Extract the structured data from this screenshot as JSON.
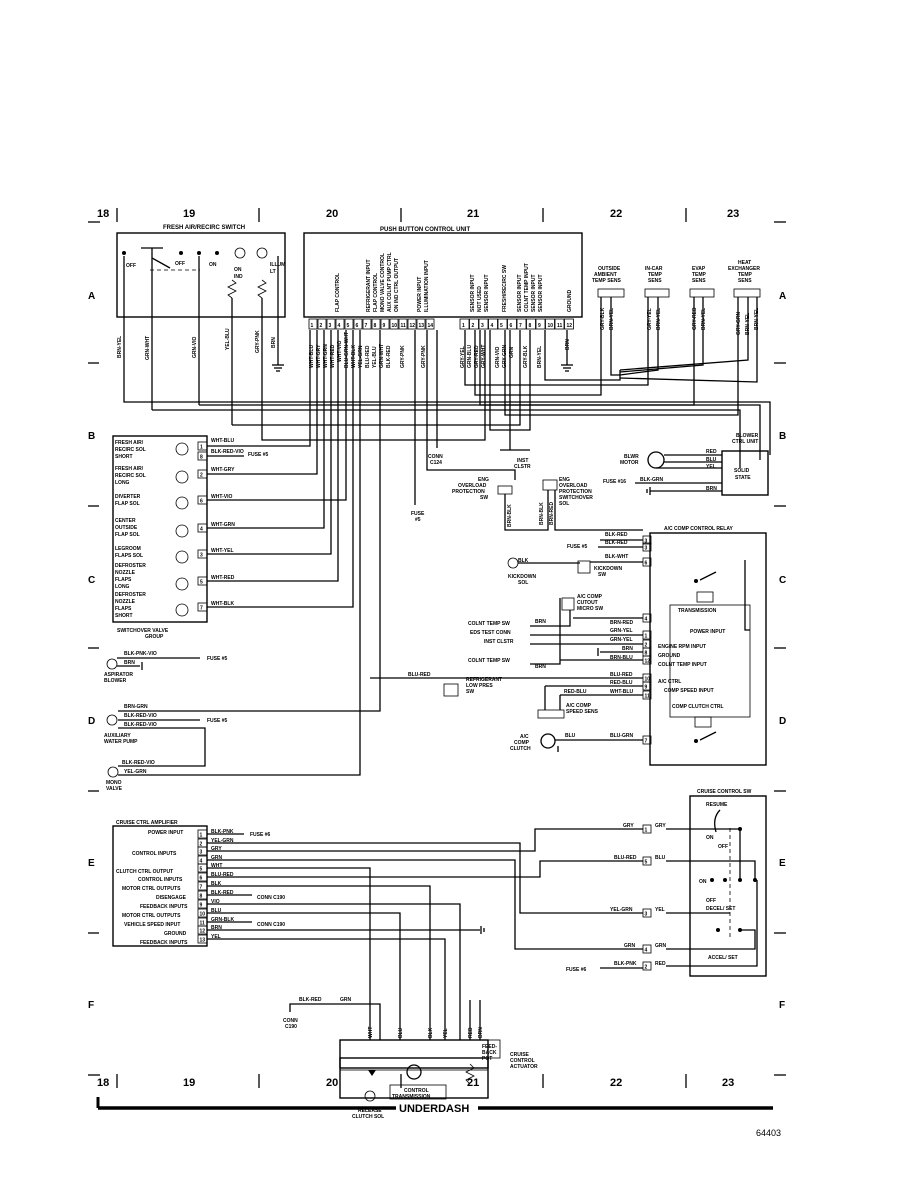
{
  "grid": {
    "columns": [
      "18",
      "19",
      "20",
      "21",
      "22",
      "23"
    ],
    "rows": [
      "A",
      "B",
      "C",
      "D",
      "E",
      "F"
    ]
  },
  "footer": {
    "label": "UNDERDASH",
    "code": "64403"
  },
  "fresh_air_switch": {
    "title": "FRESH AIR/RECIRC SWITCH",
    "labels": [
      "OFF",
      "OFF",
      "ON",
      "ON",
      "IND",
      "ILLUM",
      "LT"
    ],
    "wires": [
      "BRN-YEL",
      "GRN-WHT",
      "GRN-VIO",
      "YEL-BLU",
      "GRY-PNK",
      "BRN"
    ]
  },
  "push_button_unit": {
    "title": "PUSH BUTTON CONTROL UNIT",
    "left_functions": [
      "FLAP CONTROL",
      "REFRIGERANT INPUT",
      "FLAP CONTROL",
      "MONO VALVE CONTROL",
      "AUX COLNT PUMP CTRL",
      "ON IND CTRL OUTPUT",
      "POWER INPUT",
      "ILLUMINATION INPUT"
    ],
    "right_functions": [
      "SENSOR INPUT",
      "NOT USED",
      "SENSOR INPUT",
      "FRESH/RECIRC SW",
      "SENSOR INPUT",
      "COLNT TEMP INPUT",
      "SENSOR INPUT",
      "SENSOR INPUT",
      "GROUND"
    ],
    "left_pins": [
      "1",
      "2",
      "3",
      "4",
      "5",
      "6",
      "7",
      "8",
      "9",
      "10",
      "11",
      "12",
      "13",
      "14"
    ],
    "right_pins": [
      "1",
      "2",
      "3",
      "4",
      "5",
      "6",
      "7",
      "8",
      "9",
      "10",
      "11",
      "12"
    ],
    "left_wires": [
      "WHT-BLU",
      "WHT-GRY",
      "WHT-GRN",
      "WHT-RED",
      "WHT-VIO",
      "BLU-GRN-WHT",
      "WHT-BLK",
      "YEL-GRN",
      "BLU-RED",
      "YEL-BLU",
      "GRN-WHT",
      "BLK-RED",
      "GRY-PNK",
      "GRY-PNK"
    ],
    "right_wires": [
      "GRY-YEL",
      "GRN-BLU",
      "GRY-RED",
      "GRY-WHT",
      "GRN-VIO",
      "GRY-GRN",
      "GRN",
      "GRY-BLK",
      "BRN-YEL",
      "BRN"
    ]
  },
  "sensors": [
    {
      "name": "OUTSIDE AMBIENT TEMP SENS",
      "wires": [
        "GRY-BLK",
        "BRN-YEL"
      ]
    },
    {
      "name": "IN-CAR TEMP SENS",
      "wires": [
        "GRY-YEL",
        "BRN-YEL"
      ]
    },
    {
      "name": "EVAP TEMP SENS",
      "wires": [
        "GRY-RED",
        "BRN-YEL"
      ]
    },
    {
      "name": "HEAT EXCHANGER TEMP SENS",
      "wires": [
        "GRY-GRN",
        "BRN-YEL",
        "BRN-YEL"
      ]
    }
  ],
  "connectors": {
    "conn_c124": "CONN C124",
    "inst_clstr": "INST CLSTR",
    "fuse5": "FUSE #5",
    "fuse16": "FUSE #16",
    "fuse6": "FUSE #6",
    "conn_c190": "CONN C190"
  },
  "switchover_group": {
    "title": "SWITCHOVER VALVE GROUP",
    "solenoids": [
      {
        "name": "FRESH AIR/ RECIRC SOL SHORT",
        "pin": "1",
        "wire": "WHT-BLU"
      },
      {
        "name": "",
        "pin": "8",
        "wire": "BLK-RED-VIO"
      },
      {
        "name": "FRESH AIR/ RECIRC SOL LONG",
        "pin": "2",
        "wire": "WHT-GRY"
      },
      {
        "name": "DIVERTER FLAP SOL",
        "pin": "6",
        "wire": "WHT-VIO"
      },
      {
        "name": "CENTER OUTSIDE FLAP SOL",
        "pin": "4",
        "wire": "WHT-GRN"
      },
      {
        "name": "LEGROOM FLAPS SOL",
        "pin": "3",
        "wire": "WHT-YEL"
      },
      {
        "name": "DEFROSTER NOZZLE FLAPS LONG",
        "pin": "5",
        "wire": "WHT-RED"
      },
      {
        "name": "DEFROSTER NOZZLE FLAPS SHORT",
        "pin": "7",
        "wire": "WHT-BLK"
      }
    ]
  },
  "blower": {
    "title": "BLOWER CTRL UNIT",
    "motor": "BLWR MOTOR",
    "state": "SOLID STATE",
    "wires": [
      "RED",
      "BLU",
      "YEL",
      "BLK-GRN",
      "BRN"
    ]
  },
  "eng_overload": {
    "sw": "ENG OVERLOAD PROTECTION SW",
    "sol": "ENG OVERLOAD PROTECTION SWITCHOVER SOL",
    "wires": [
      "BRN-BLK",
      "BRN-BLK",
      "BRN-RED"
    ]
  },
  "ac_relay": {
    "title": "A/C COMP CONTROL RELAY",
    "transmission": "TRANSMISSION",
    "inputs": [
      "POWER INPUT",
      "ENGINE RPM INPUT",
      "GROUND",
      "COLNT TEMP INPUT",
      "A/C CTRL",
      "COMP SPEED INPUT",
      "COMP CLUTCH CTRL"
    ],
    "pins": [
      "3",
      "6",
      "4",
      "1",
      "2",
      "8",
      "12",
      "10",
      "9",
      "11",
      "7"
    ],
    "wires": [
      "BLK-RED",
      "BLK-RED",
      "BLK-WHT",
      "BRN-RED",
      "GRN-YEL",
      "GRN-YEL",
      "BRN",
      "BRN-BLU",
      "BLU-RED",
      "RED-BLU",
      "WHT-BLU",
      "RED-BLU",
      "BLU",
      "BLU-GRN",
      "BLU-RED"
    ]
  },
  "ac_parts": {
    "kickdown_sol": "KICKDOWN SOL",
    "kickdown_sw": "KICKDOWN SW",
    "cutout": "A/C COMP CUTOUT MICRO SW",
    "colnt_temp_sw": "COLNT TEMP SW",
    "eds": "EDS TEST CONN",
    "inst_clstr": "INST CLSTR",
    "colnt_temp_sw2": "COLNT TEMP SW",
    "refrig": "REFRIGERANT LOW PRES SW",
    "speed": "A/C COMP SPEED SENS",
    "clutch": "A/C COMP CLUTCH"
  },
  "misc": {
    "aspirator": "ASPIRATOR BLOWER",
    "aspirator_wires": [
      "BLK-PNK-VIO",
      "BRN"
    ],
    "aux_pump": "AUXILIARY WATER PUMP",
    "aux_wires": [
      "BRN-GRN",
      "BLK-RED-VIO",
      "BLK-RED-VIO"
    ],
    "mono_valve": "MONO VALVE",
    "mono_wires": [
      "BLK-RED-VIO",
      "YEL-GRN"
    ]
  },
  "cruise_amp": {
    "title": "CRUISE CTRL AMPLIFIER",
    "labels": [
      "POWER INPUT",
      "CONTROL INPUTS",
      "CLUTCH CTRL OUTPUT",
      "CONTROL INPUTS",
      "MOTOR CTRL OUTPUTS",
      "DISENGAGE",
      "FEEDBACK INPUTS",
      "MOTOR CTRL OUTPUTS",
      "VEHICLE SPEED INPUT",
      "GROUND",
      "FEEDBACK INPUTS"
    ],
    "pins": [
      "1",
      "2",
      "3",
      "4",
      "5",
      "6",
      "7",
      "8",
      "9",
      "10",
      "11",
      "12",
      "13"
    ],
    "wires": [
      "BLK-PNK",
      "YEL-GRN",
      "GRY",
      "GRN",
      "WHT",
      "BLU-RED",
      "BLK",
      "BLK-RED",
      "VIO",
      "BLU",
      "GRN-BLK",
      "BRN",
      "YEL"
    ]
  },
  "cruise_sw": {
    "title": "CRUISE CONTROL SW",
    "labels": [
      "RESUME",
      "ON",
      "OFF",
      "ON",
      "OFF",
      "DECEL/ SET",
      "ACCEL/ SET"
    ],
    "pins": [
      "1",
      "5",
      "3",
      "4",
      "2"
    ],
    "wires": [
      "GRY",
      "BLU",
      "YEL",
      "GRN",
      "RED"
    ],
    "in_wires": [
      "GRY",
      "BLU-RED",
      "YEL-GRN",
      "GRN",
      "BLK-PNK"
    ]
  },
  "actuator": {
    "title": "CRUISE CONTROL ACTUATOR",
    "feedback": "FEED- BACK POT",
    "control": "CONTROL TRANSMISSION",
    "release": "RELEASE CLUTCH SOL",
    "wires": [
      "WHT",
      "BLU",
      "BLK",
      "YEL",
      "RED",
      "BRN"
    ],
    "bottom": "BLK-RED",
    "bottom2": "GRN",
    "conn": "CONN C190"
  }
}
